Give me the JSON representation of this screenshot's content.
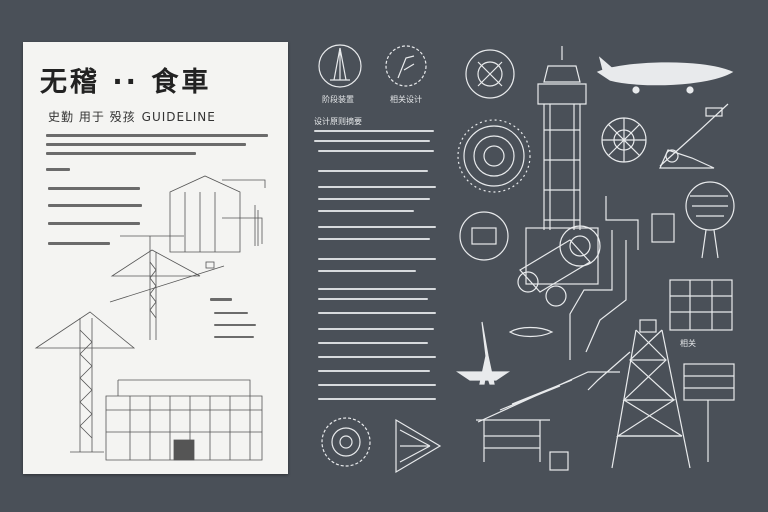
{
  "poster": {
    "title": "无稽 ·· 食車",
    "subtitle_cn": "史勤 用于 殁孩",
    "subtitle_en": "GUIDELINE"
  },
  "icon_captions": [
    "阶段装置",
    "相关设计"
  ],
  "section_heading": "设计原则摘要",
  "small_heading": "相关",
  "colors": {
    "background": "#4a5058",
    "sheet": "#f4f4f2",
    "line_art": "#e8eaec",
    "sheet_ink": "#333333"
  }
}
